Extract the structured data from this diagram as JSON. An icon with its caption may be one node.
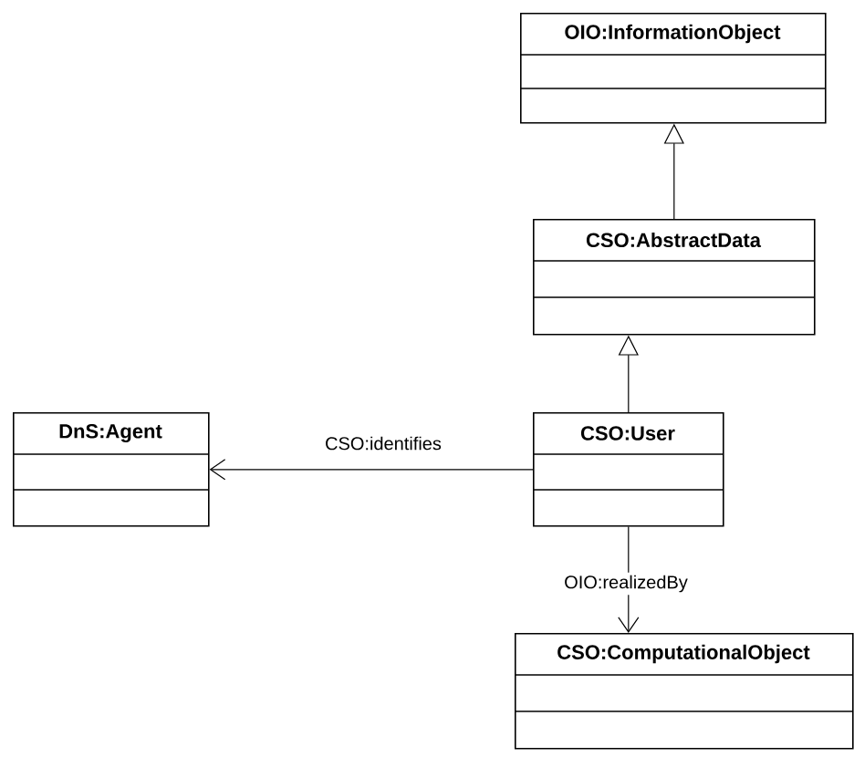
{
  "diagram": {
    "nodes": [
      {
        "text": [
          "OIO:InformationObject"
        ]
      },
      {
        "text": [
          "CSO:AbstractData"
        ]
      },
      {
        "text": [
          "DnS:Agent"
        ]
      },
      {
        "text": [
          "CSO:User"
        ]
      },
      {
        "text": [
          "CSO:ComputationalObject"
        ]
      }
    ],
    "edges": [
      {
        "from": 1,
        "to": 0,
        "arrow": "to"
      },
      {
        "from": 3,
        "to": 1,
        "arrow": "to"
      },
      {
        "from": 3,
        "to": 2,
        "arrow": "to",
        "label": "CSO:identifies"
      },
      {
        "from": 3,
        "to": 4,
        "arrow": "to",
        "label": "OIO:realizedBy"
      }
    ]
  }
}
